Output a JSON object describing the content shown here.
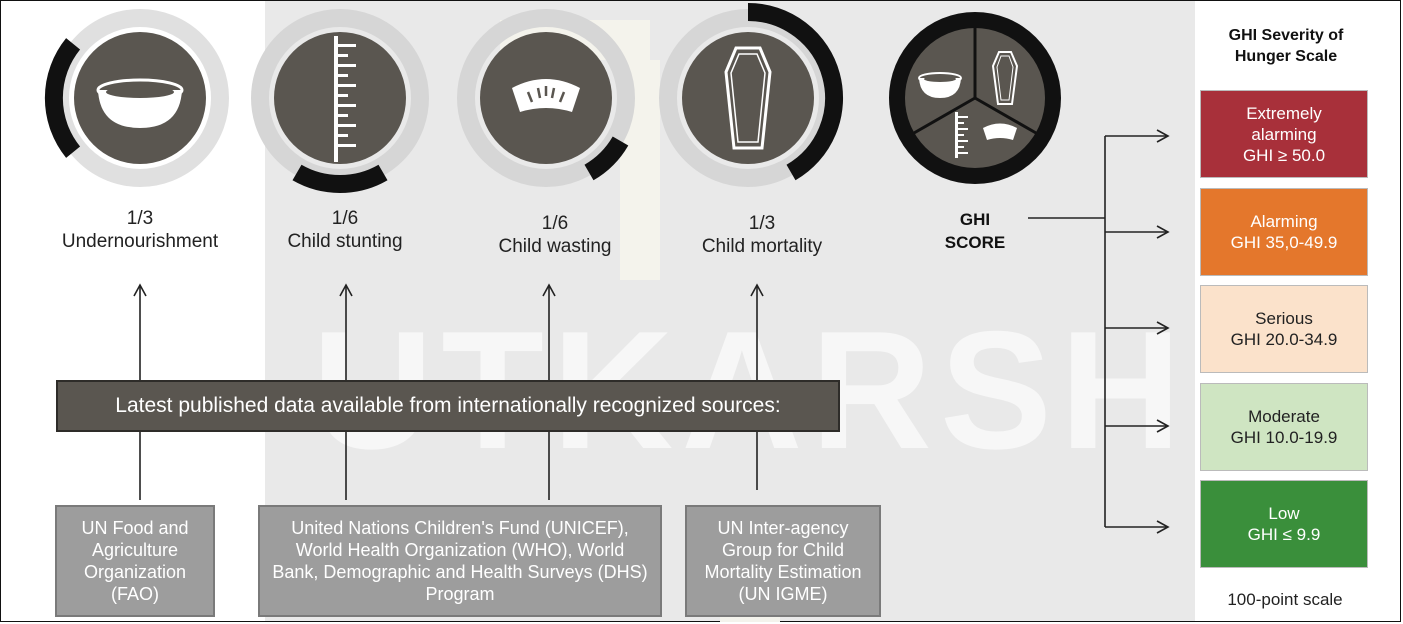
{
  "watermark": "UTKARSH",
  "indicators": [
    {
      "fraction": "1/3",
      "name": "Undernourishment"
    },
    {
      "fraction": "1/6",
      "name": "Child stunting"
    },
    {
      "fraction": "1/6",
      "name": "Child wasting"
    },
    {
      "fraction": "1/3",
      "name": "Child mortality"
    }
  ],
  "ghi_score": {
    "line1": "GHI",
    "line2": "SCORE"
  },
  "banner": "Latest published data available from internationally recognized sources:",
  "sources": [
    {
      "text": "UN Food and Agriculture Organization (FAO)"
    },
    {
      "text": "United Nations Children's Fund (UNICEF), World Health Organization (WHO), World Bank, Demographic and Health Surveys (DHS) Program"
    },
    {
      "text": "UN Inter-agency Group for Child Mortality Estimation (UN IGME)"
    }
  ],
  "scale": {
    "title": "GHI Severity of Hunger Scale",
    "levels": [
      {
        "name": "Extremely alarming",
        "range": "GHI ≥ 50.0",
        "color": "#a8303a"
      },
      {
        "name": "Alarming",
        "range": "GHI 35,0-49.9",
        "color": "#e4772c"
      },
      {
        "name": "Serious",
        "range": "GHI 20.0-34.9",
        "color": "#fbe2cb"
      },
      {
        "name": "Moderate",
        "range": "GHI 10.0-19.9",
        "color": "#cfe5c2"
      },
      {
        "name": "Low",
        "range": "GHI ≤ 9.9",
        "color": "#3a8f3b"
      }
    ],
    "note": "100-point scale"
  }
}
